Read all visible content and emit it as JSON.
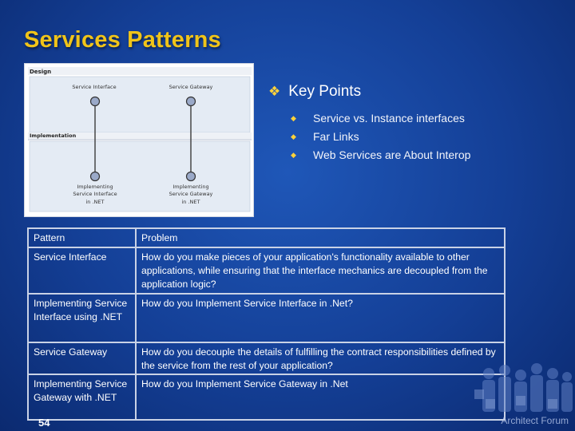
{
  "slide": {
    "title": "Services Patterns",
    "page_number": "54",
    "footer_label": "Architect Forum"
  },
  "diagram": {
    "design_label": "Design",
    "implementation_label": "Implementation",
    "node_top_left": "Service Interface",
    "node_top_right": "Service Gateway",
    "node_bottom_left_1": "Implementing",
    "node_bottom_left_2": "Service Interface",
    "node_bottom_left_3": "in .NET",
    "node_bottom_right_1": "Implementing",
    "node_bottom_right_2": "Service Gateway",
    "node_bottom_right_3": "in .NET"
  },
  "key_points": {
    "title": "Key Points",
    "items": [
      "Service vs. Instance interfaces",
      "Far Links",
      "Web Services are About Interop"
    ]
  },
  "table": {
    "headers": [
      "Pattern",
      "Problem"
    ],
    "rows": [
      {
        "pattern": "Service Interface",
        "problem": "How do you make pieces of your application's functionality available to other applications, while ensuring that the interface mechanics are decoupled from the application logic?"
      },
      {
        "pattern": "Implementing Service Interface using .NET",
        "problem": "How do you Implement Service Interface in .Net?"
      },
      {
        "pattern": "Service Gateway",
        "problem": "How do you decouple the details of fulfilling the contract responsibilities defined by the service from the rest of your application?"
      },
      {
        "pattern": "Implementing Service Gateway with .NET",
        "problem": "How do you Implement Service Gateway in .Net"
      }
    ]
  }
}
